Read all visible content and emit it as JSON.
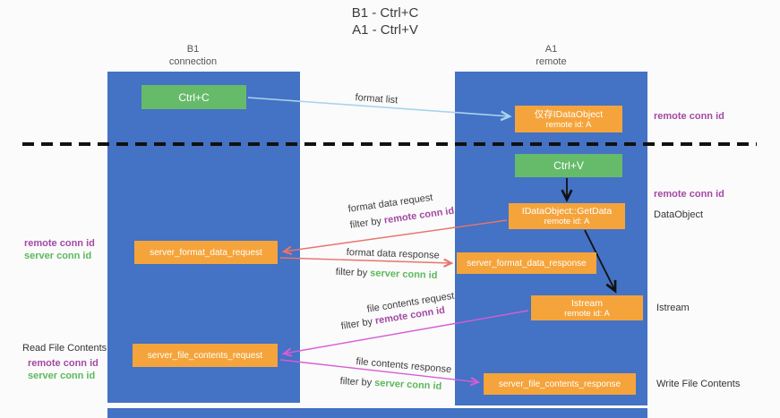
{
  "title": {
    "line1": "B1 - Ctrl+C",
    "line2": "A1 - Ctrl+V"
  },
  "lanes": {
    "b1": {
      "name": "B1",
      "subtitle": "connection"
    },
    "a1": {
      "name": "A1",
      "subtitle": "remote"
    }
  },
  "nodes": {
    "ctrl_c": {
      "label": "Ctrl+C"
    },
    "ctrl_v": {
      "label": "Ctrl+V"
    },
    "idataobject": {
      "line1": "仅存IDataObject",
      "line2": "remote id: A"
    },
    "getdata": {
      "line1": "IDataObject::GetData",
      "line2": "remote id: A"
    },
    "istream": {
      "line1": "Istream",
      "line2": "remote id: A"
    },
    "format_request": {
      "label": "server_format_data_request"
    },
    "format_response": {
      "label": "server_format_data_response"
    },
    "file_request": {
      "label": "server_file_contents_request"
    },
    "file_response": {
      "label": "server_file_contents_response"
    }
  },
  "arrows": {
    "format_list": {
      "label": "format list"
    },
    "format_request": {
      "label": "format data request",
      "filter_prefix": "filter by ",
      "filter_key": "remote conn id"
    },
    "format_response": {
      "label": "format data response",
      "filter_prefix": "filter by ",
      "filter_key": "server conn id"
    },
    "file_request": {
      "label": "file contents request",
      "filter_prefix": "filter by ",
      "filter_key": "remote conn id"
    },
    "file_response": {
      "label": "file contents response",
      "filter_prefix": "filter by ",
      "filter_key": "server conn id"
    }
  },
  "annotations": {
    "a1_top_conn": "remote conn id",
    "a1_mid_conn": "remote conn id",
    "dataobject": "DataObject",
    "istream": "Istream",
    "write_file": "Write File Contents",
    "read_file": "Read File Contents",
    "b1_format_remote": "remote conn id",
    "b1_format_server": "server conn id",
    "b1_file_remote": "remote conn id",
    "b1_file_server": "server conn id"
  },
  "colors": {
    "lane_blue": "#4472c4",
    "action_green": "#66bb6a",
    "node_orange": "#f5a43b",
    "remote_conn_purple": "#a349a4",
    "server_conn_green": "#5cb85c",
    "arrow_format_red": "#e8746a",
    "arrow_file_pink": "#d65cd6",
    "arrow_format_list_blue": "#a8d4ee",
    "arrow_black": "#111111"
  }
}
